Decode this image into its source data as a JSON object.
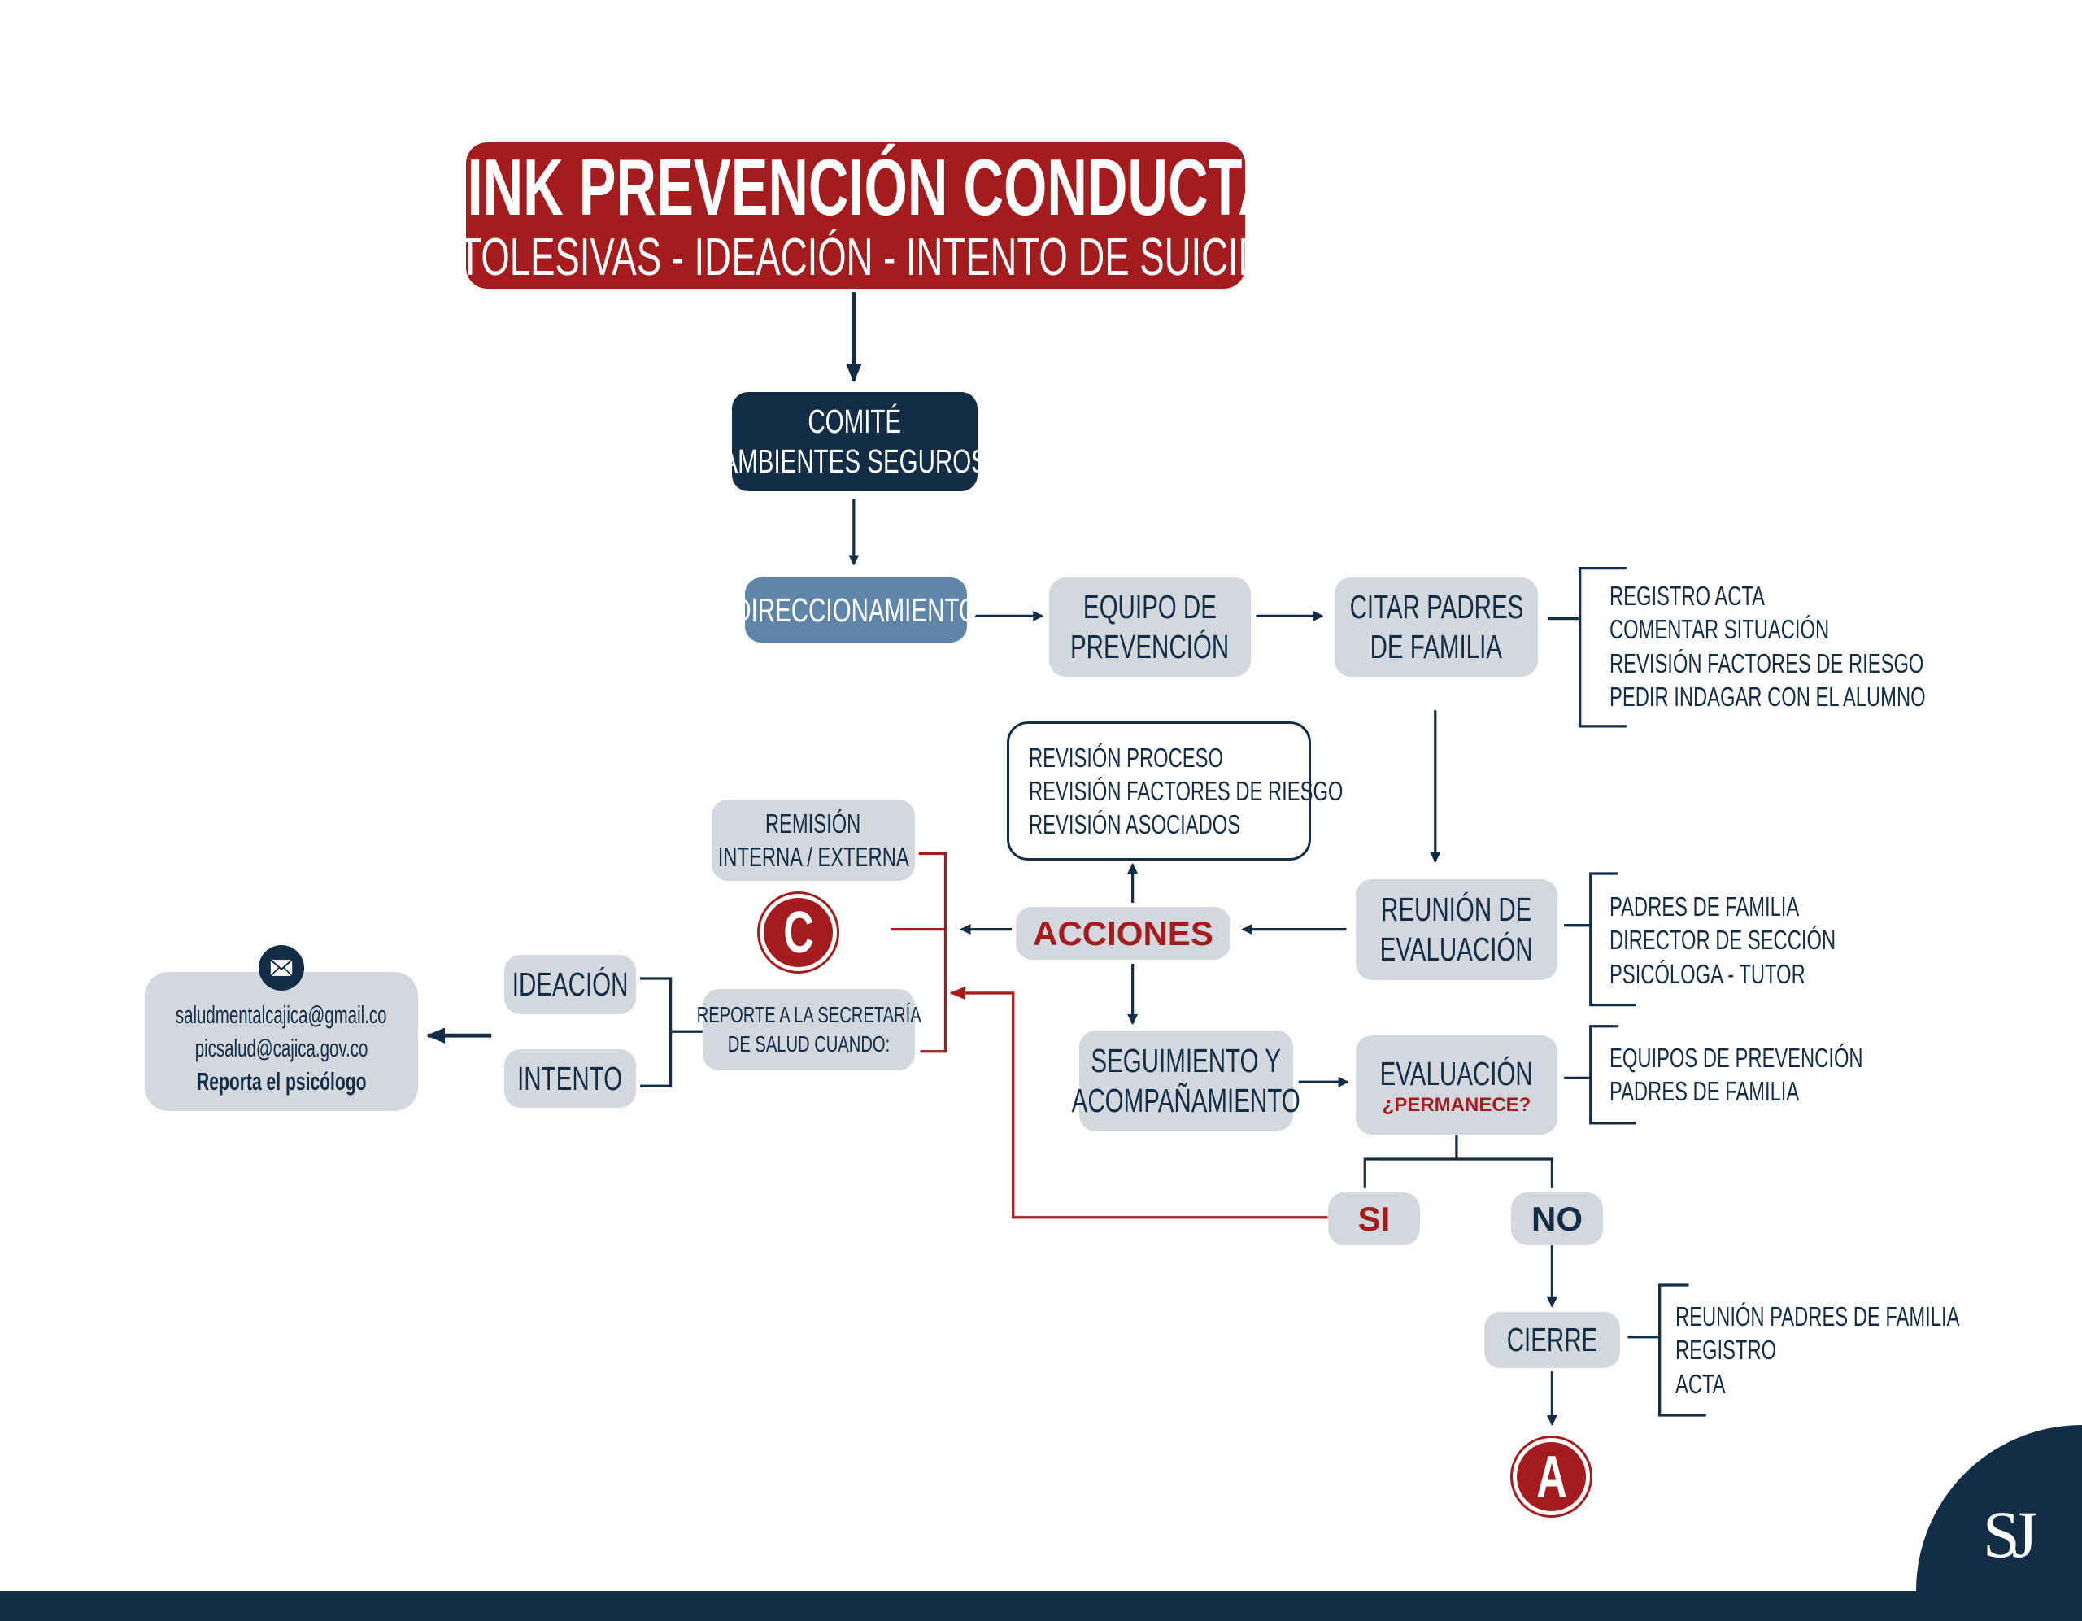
{
  "title": {
    "main": "LINK PREVENCIÓN CONDUCTA",
    "subtitle": "AUTOLESIVAS - IDEACIÓN - INTENTO DE SUICIDIO"
  },
  "nodes": {
    "comite": [
      "COMITÉ",
      "AMBIENTES SEGUROS"
    ],
    "direccionamiento": "DIRECCIONAMIENTO",
    "equipo": [
      "EQUIPO DE",
      "PREVENCIÓN"
    ],
    "citar": [
      "CITAR PADRES",
      "DE FAMILIA"
    ],
    "reunion": [
      "REUNIÓN DE",
      "EVALUACIÓN"
    ],
    "acciones": "ACCIONES",
    "revision": [
      "REVISIÓN PROCESO",
      "REVISIÓN FACTORES DE RIESGO",
      "REVISIÓN ASOCIADOS"
    ],
    "seguimiento": [
      "SEGUIMIENTO Y",
      "ACOMPAÑAMIENTO"
    ],
    "evaluacion": {
      "label": "EVALUACIÓN",
      "question": "¿PERMANECE?"
    },
    "si": "SI",
    "no": "NO",
    "cierre": "CIERRE",
    "connector_a": "A",
    "connector_c": "C",
    "remision": [
      "REMISIÓN",
      "INTERNA / EXTERNA"
    ],
    "reporte": [
      "REPORTE A LA SECRETARÍA",
      "DE SALUD CUANDO:"
    ],
    "ideacion": "IDEACIÓN",
    "intento": "INTENTO",
    "contact": {
      "emails": [
        "saludmentalcajica@gmail.co",
        "picsalud@cajica.gov.co"
      ],
      "note": "Reporta el psicólogo",
      "icon": "envelope-icon"
    }
  },
  "lists": {
    "citar": [
      "REGISTRO ACTA",
      "COMENTAR SITUACIÓN",
      "REVISIÓN FACTORES DE RIESGO",
      "PEDIR INDAGAR CON EL ALUMNO"
    ],
    "reunion": [
      "PADRES DE FAMILIA",
      "DIRECTOR DE SECCIÓN",
      "PSICÓLOGA - TUTOR"
    ],
    "evaluacion": [
      "EQUIPOS DE PREVENCIÓN",
      "PADRES DE FAMILIA"
    ],
    "cierre": [
      "REUNIÓN PADRES DE FAMILIA",
      "REGISTRO",
      "ACTA"
    ]
  },
  "logo": "SJ",
  "colors": {
    "red": "#a51c1f",
    "navy": "#132d46",
    "gray": "#d3d8de",
    "steel": "#5f86a8"
  }
}
